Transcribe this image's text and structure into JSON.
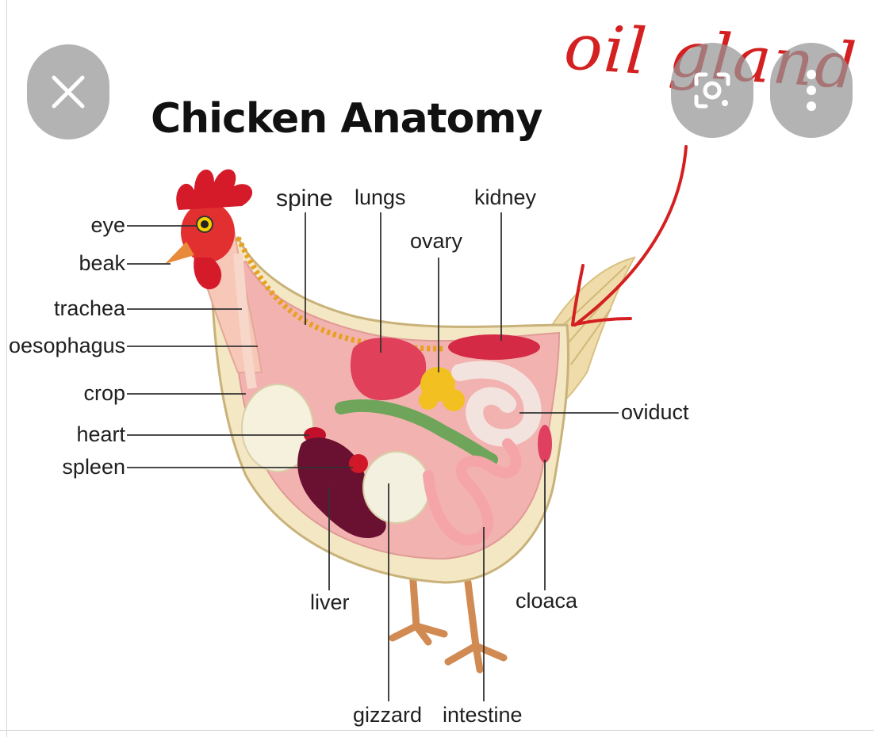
{
  "diagram": {
    "title": "Chicken Anatomy",
    "labels": {
      "eye": "eye",
      "beak": "beak",
      "trachea": "trachea",
      "oesophagus": "oesophagus",
      "crop": "crop",
      "heart": "heart",
      "spleen": "spleen",
      "spine": "spine",
      "lungs": "lungs",
      "ovary": "ovary",
      "kidney": "kidney",
      "oviduct": "oviduct",
      "liver": "liver",
      "gizzard": "gizzard",
      "intestine": "intestine",
      "cloaca": "cloaca"
    },
    "annotation": {
      "text": "oil gland",
      "color": "#d42020"
    }
  },
  "viewer": {
    "close_icon": "close-icon",
    "lens_icon": "lens-icon",
    "more_icon": "more-vertical-icon"
  },
  "colors": {
    "label_text": "#1f1f1f",
    "leader_line": "#333333",
    "annotation_red": "#d42020",
    "button_bg": "#969696"
  }
}
